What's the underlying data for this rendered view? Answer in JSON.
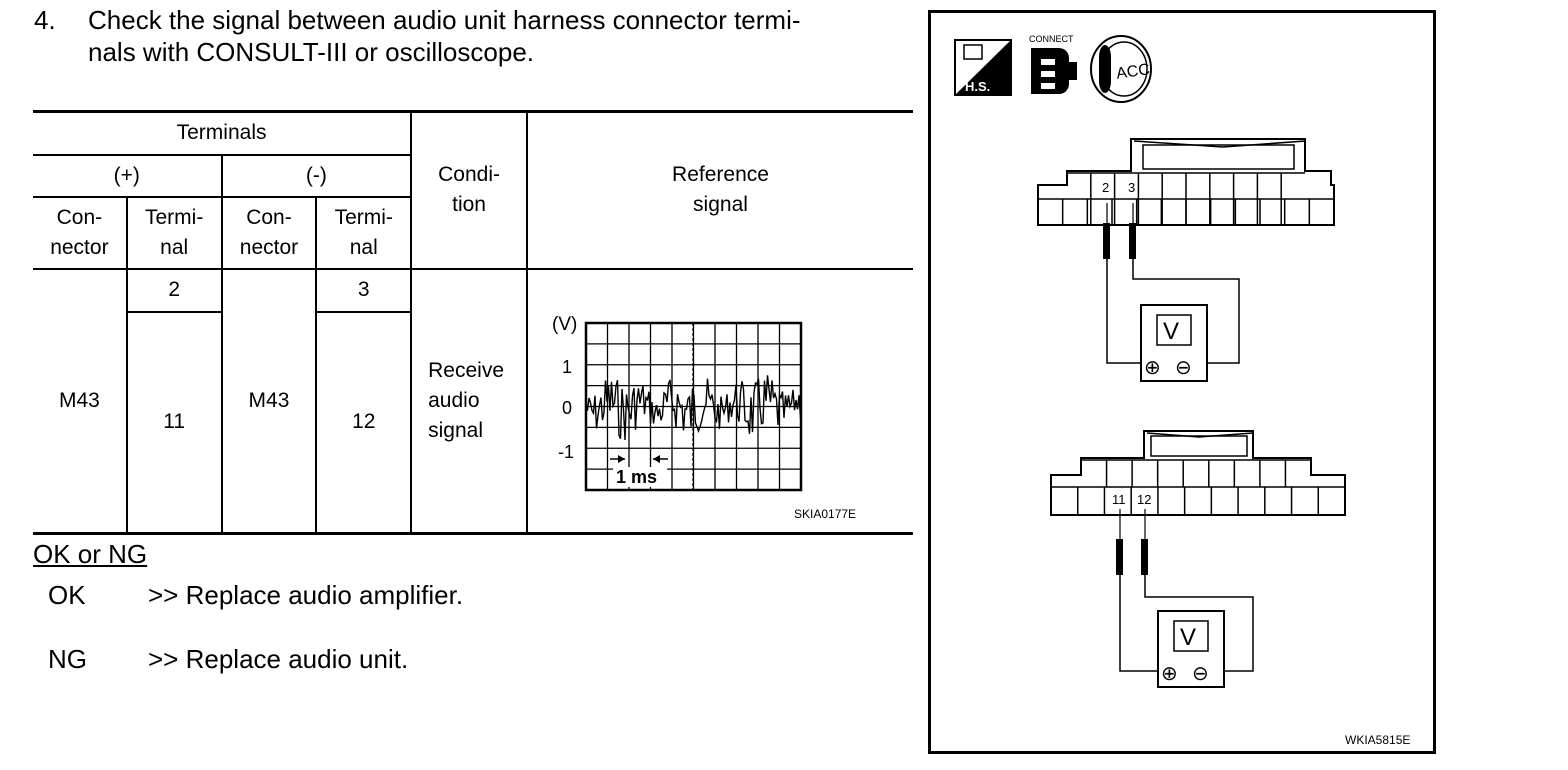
{
  "step": {
    "number": "4.",
    "text_line1": "Check the signal between audio unit harness connector termi-",
    "text_line2": "nals with CONSULT-III or oscilloscope."
  },
  "table": {
    "terminals_header": "Terminals",
    "plus_header": "(+)",
    "minus_header": "(-)",
    "connector_header": [
      "Con-",
      "nector"
    ],
    "terminal_header": [
      "Termi-",
      "nal"
    ],
    "condition_header": [
      "Condi-",
      "tion"
    ],
    "reference_header": [
      "Reference",
      "signal"
    ],
    "row": {
      "plus_connector": "M43",
      "plus_terminals": [
        "2",
        "11"
      ],
      "minus_connector": "M43",
      "minus_terminals": [
        "3",
        "12"
      ],
      "condition": [
        "Receive",
        "audio",
        "signal"
      ]
    },
    "scope": {
      "unit": "(V)",
      "y_labels": [
        "1",
        "0",
        "-1"
      ],
      "time_label": "1 ms",
      "figure_code": "SKIA0177E"
    }
  },
  "result": {
    "heading": "OK or NG",
    "ok_key": "OK",
    "ok_text": ">> Replace audio amplifier.",
    "ng_key": "NG",
    "ng_text": ">> Replace  audio  unit."
  },
  "diagram": {
    "icon_hs": "H.S.",
    "icon_connect": "CONNECT",
    "icon_acc": "ACC",
    "top_pins": [
      "2",
      "3"
    ],
    "bottom_pins": [
      "11",
      "12"
    ],
    "meter_label": "V",
    "plus_symbol": "⊕",
    "minus_symbol": "⊖",
    "figure_code": "WKIA5815E"
  }
}
